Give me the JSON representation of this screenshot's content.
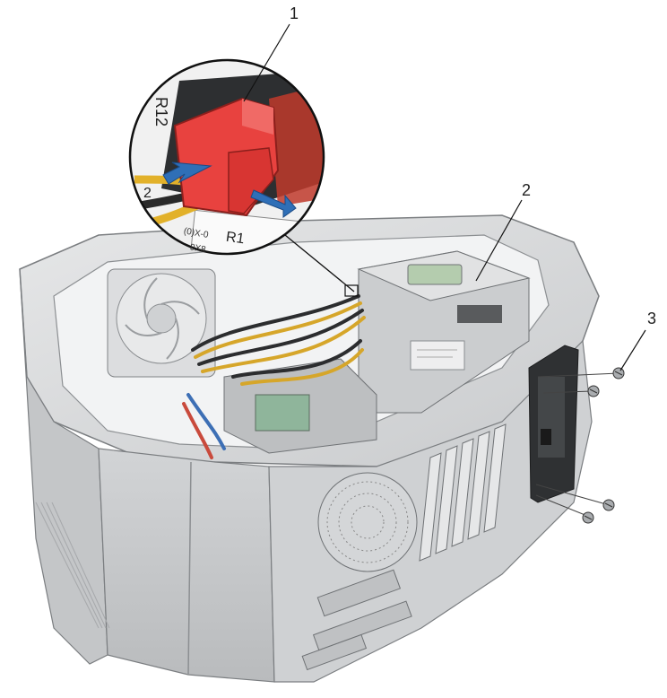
{
  "callouts": [
    {
      "id": "1",
      "label": "1"
    },
    {
      "id": "2",
      "label": "2"
    },
    {
      "id": "3",
      "label": "3"
    }
  ],
  "magnified_labels": {
    "slot_a": "R12",
    "slot_b": "R1",
    "slot_c": "2",
    "sticker_a": "(0)X-0",
    "sticker_b": "9X8"
  },
  "colors": {
    "connector": "#e8423f",
    "arrow": "#2f6fb7",
    "chassis": "#d9dadb",
    "chassis_dark": "#a9abad",
    "outline": "#5b5e61"
  },
  "icons": [
    "release-arrow-icon",
    "press-arrow-icon",
    "screw-icon"
  ]
}
